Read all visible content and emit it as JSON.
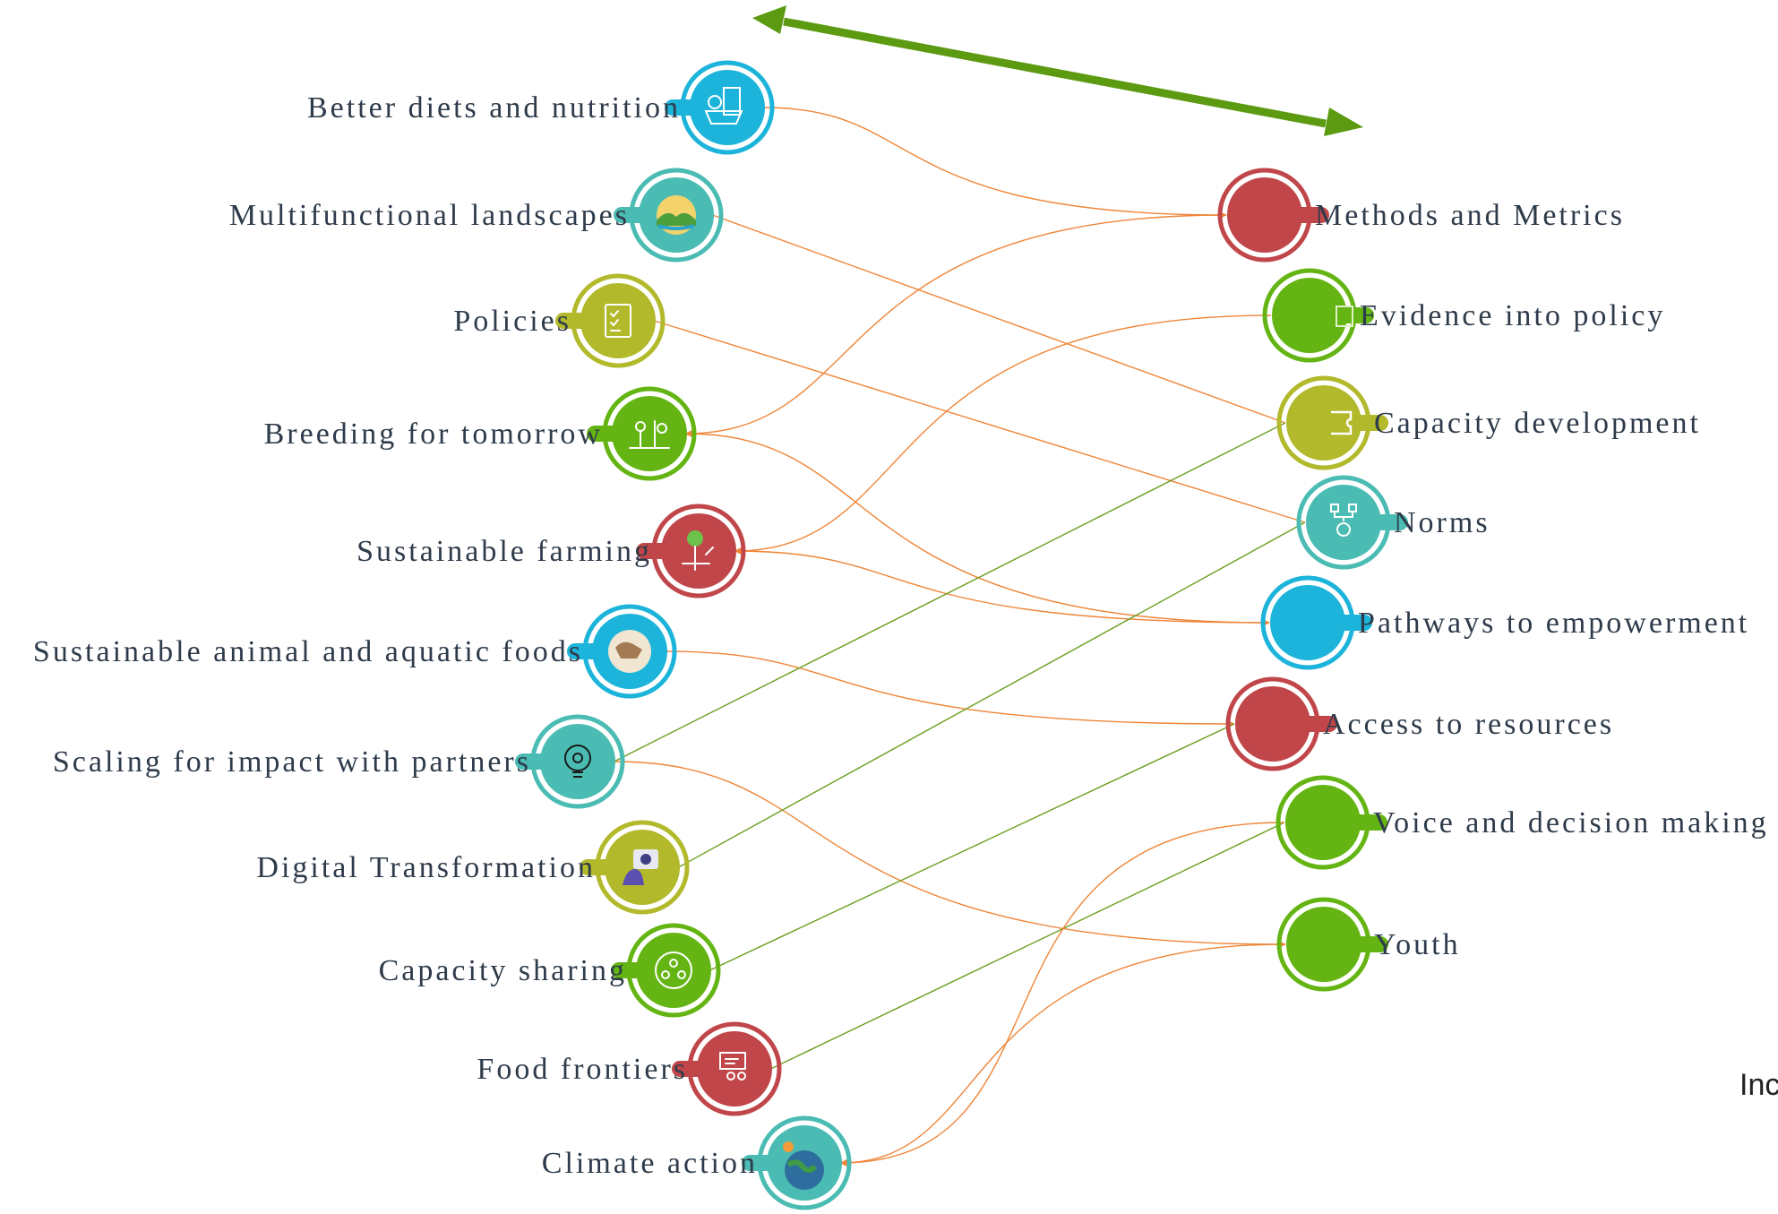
{
  "colors": {
    "red": "#c0464a",
    "green": "#64b513",
    "olive": "#b2b92b",
    "teal": "#4bbcb3",
    "blue": "#1cb4da",
    "arrow_orange": "#ef8538",
    "arrow_green": "#6a9e1f",
    "top_arrow": "#5c9a12",
    "label": "#2e3b4a"
  },
  "left_nodes": [
    {
      "id": "diets",
      "label": "Better diets and nutrition",
      "color": "blue",
      "icon": "food-basket-icon"
    },
    {
      "id": "landscapes",
      "label": "Multifunctional landscapes",
      "color": "teal",
      "icon": "landscape-icon"
    },
    {
      "id": "policies",
      "label": "Policies",
      "color": "olive",
      "icon": "clipboard-checklist-icon"
    },
    {
      "id": "breeding",
      "label": "Breeding for tomorrow",
      "color": "green",
      "icon": "lab-research-icon"
    },
    {
      "id": "farming",
      "label": "Sustainable farming",
      "color": "red",
      "icon": "farming-tree-icon"
    },
    {
      "id": "animal",
      "label": "Sustainable animal and aquatic foods",
      "color": "blue",
      "icon": "cow-fish-icon"
    },
    {
      "id": "scaling",
      "label": "Scaling for impact with partners",
      "color": "teal",
      "icon": "lightbulb-gear-icon"
    },
    {
      "id": "digital",
      "label": "Digital Transformation",
      "color": "olive",
      "icon": "digital-person-icon"
    },
    {
      "id": "capsharing",
      "label": "Capacity sharing",
      "color": "green",
      "icon": "people-network-icon"
    },
    {
      "id": "frontiers",
      "label": "Food frontiers",
      "color": "red",
      "icon": "presentation-board-icon"
    },
    {
      "id": "climate",
      "label": "Climate action",
      "color": "teal",
      "icon": "earth-climate-icon"
    }
  ],
  "right_nodes": [
    {
      "id": "methods",
      "label": "Methods and Metrics",
      "color": "red",
      "icon": ""
    },
    {
      "id": "evidence",
      "label": "Evidence into policy",
      "color": "green",
      "icon": "building-icon"
    },
    {
      "id": "capdev",
      "label": "Capacity development",
      "color": "olive",
      "icon": "ticket-icon"
    },
    {
      "id": "norms",
      "label": "Norms",
      "color": "teal",
      "icon": "idea-network-icon"
    },
    {
      "id": "pathways",
      "label": "Pathways to empowerment",
      "color": "blue",
      "icon": ""
    },
    {
      "id": "access",
      "label": "Access to resources",
      "color": "red",
      "icon": ""
    },
    {
      "id": "voice",
      "label": "Voice and decision making",
      "color": "green",
      "icon": ""
    },
    {
      "id": "youth",
      "label": "Youth",
      "color": "green",
      "icon": ""
    }
  ],
  "links": [
    {
      "from": "diets",
      "to": "methods",
      "dir": "to_right",
      "color": "arrow_orange"
    },
    {
      "from": "landscapes",
      "to": "capdev",
      "dir": "none",
      "color": "arrow_orange"
    },
    {
      "from": "policies",
      "to": "norms",
      "dir": "none",
      "color": "arrow_orange"
    },
    {
      "from": "methods",
      "to": "breeding",
      "dir": "to_left",
      "color": "arrow_orange"
    },
    {
      "from": "breeding",
      "to": "pathways",
      "dir": "to_right",
      "color": "arrow_orange"
    },
    {
      "from": "evidence",
      "to": "farming",
      "dir": "to_left",
      "color": "arrow_orange"
    },
    {
      "from": "farming",
      "to": "pathways",
      "dir": "to_right",
      "color": "arrow_orange"
    },
    {
      "from": "animal",
      "to": "access",
      "dir": "to_right",
      "color": "arrow_orange"
    },
    {
      "from": "scaling",
      "to": "capdev",
      "dir": "none",
      "color": "arrow_green"
    },
    {
      "from": "scaling",
      "to": "youth",
      "dir": "to_right",
      "color": "arrow_orange"
    },
    {
      "from": "digital",
      "to": "norms",
      "dir": "none",
      "color": "arrow_green"
    },
    {
      "from": "capsharing",
      "to": "access",
      "dir": "none",
      "color": "arrow_green"
    },
    {
      "from": "frontiers",
      "to": "voice",
      "dir": "none",
      "color": "arrow_green"
    },
    {
      "from": "voice",
      "to": "climate",
      "dir": "to_left",
      "color": "arrow_orange"
    },
    {
      "from": "youth",
      "to": "climate",
      "dir": "to_left",
      "color": "arrow_orange"
    }
  ],
  "side_text": "Inc"
}
